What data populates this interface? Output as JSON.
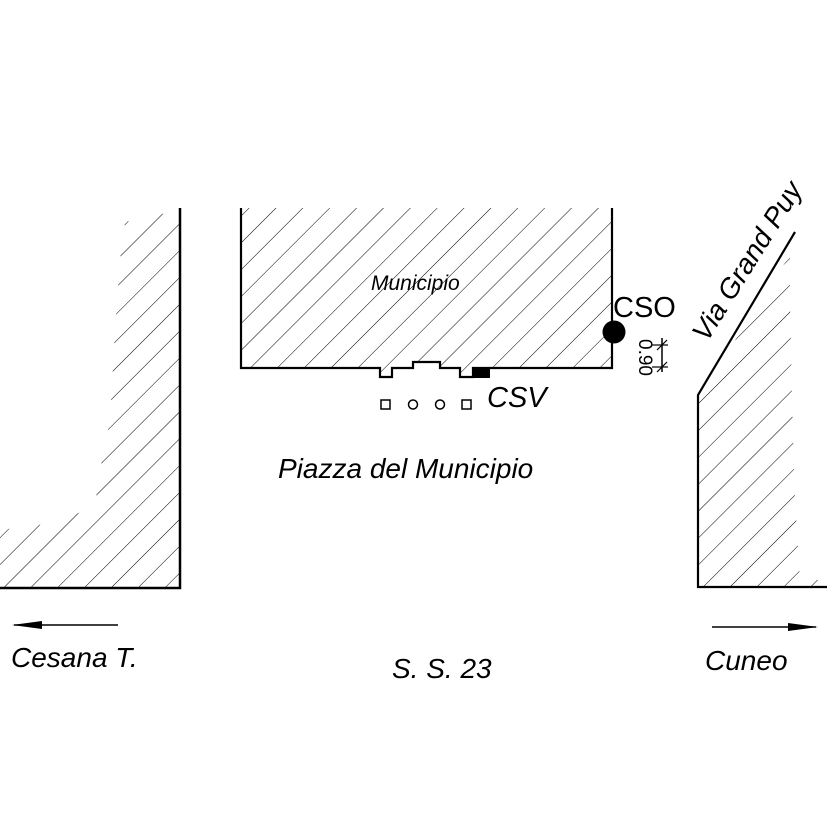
{
  "labels": {
    "building": "Municipio",
    "cso": "CSO",
    "csv": "CSV",
    "square": "Piazza del Municipio",
    "street_side": "Via Grand Puy",
    "road": "S. S. 23",
    "direction_left": "Cesana T.",
    "direction_right": "Cuneo",
    "dimension": "0.90"
  },
  "colors": {
    "line": "#000000",
    "background": "#ffffff"
  }
}
